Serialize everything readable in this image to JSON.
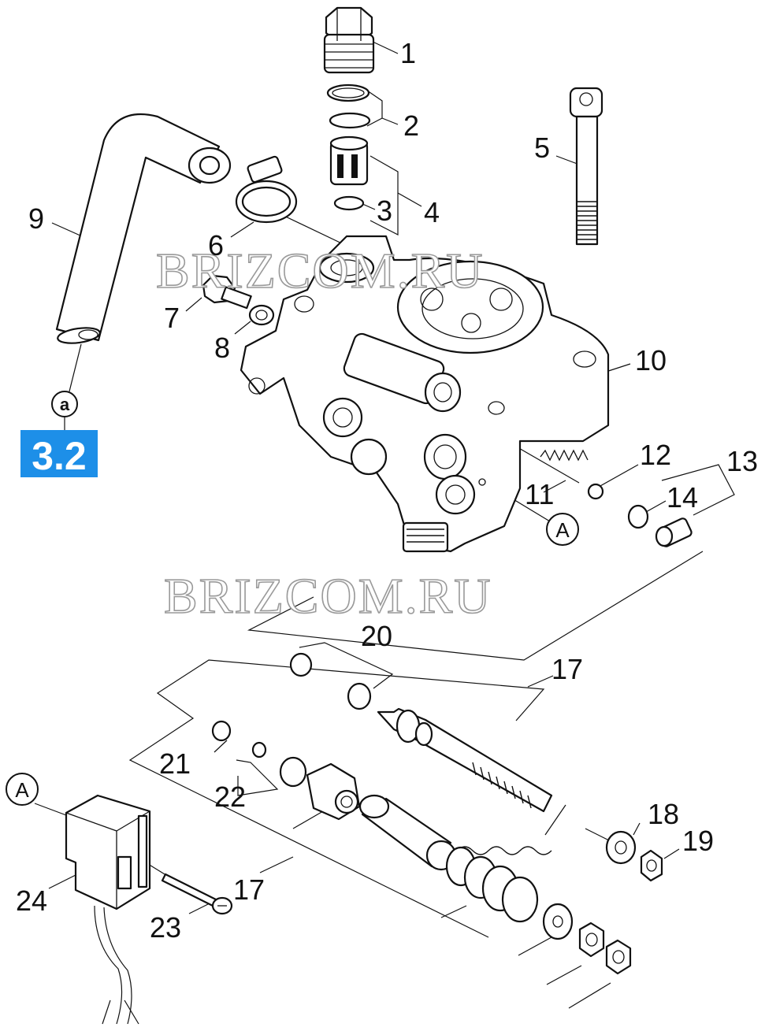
{
  "watermark": "BRIZCOM.RU",
  "reference_badge": "3.2",
  "reference_circle": "a",
  "connector_marker": "A",
  "part_labels": [
    "1",
    "2",
    "3",
    "4",
    "5",
    "6",
    "7",
    "8",
    "9",
    "10",
    "11",
    "12",
    "13",
    "14",
    "17",
    "17",
    "18",
    "19",
    "20",
    "21",
    "22",
    "23",
    "24"
  ]
}
